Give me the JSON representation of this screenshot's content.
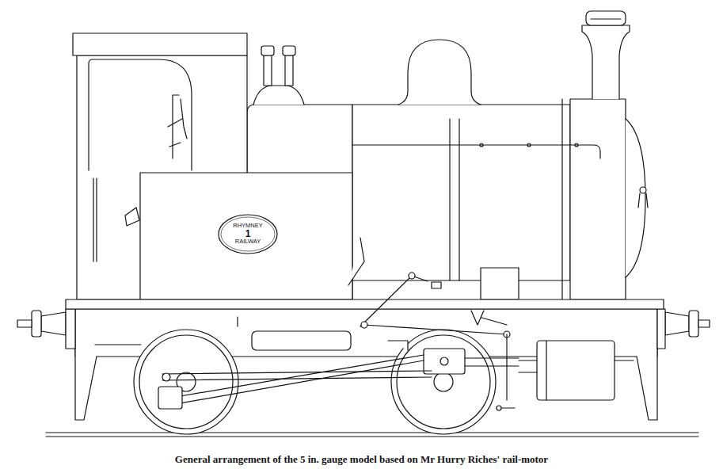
{
  "diagram": {
    "caption": "General arrangement of the 5 in. gauge model based on Mr Hurry Riches' rail-motor",
    "nodes": [
      {
        "text": [
          "RHYMNEY",
          "1",
          "RAILWAY"
        ]
      }
    ]
  }
}
